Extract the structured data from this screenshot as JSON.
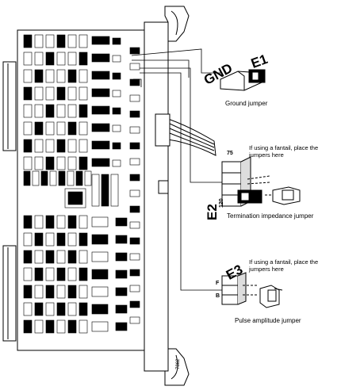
{
  "labels": {
    "gnd": "GND",
    "e1": "E1",
    "ground_caption": "Ground jumper",
    "e2": "E2",
    "e2_120": "120",
    "e2_75": "75",
    "termination_caption": "Termination impedance jumper",
    "fantail_note_1": "If using a fantail, place the jumpers here",
    "e3": "E3",
    "e3_f": "F",
    "e3_b": "B",
    "fantail_note_2": "If using a fantail, place the jumpers here",
    "pulse_caption": "Pulse amplitude jumper",
    "figure_code": "7862"
  },
  "colors": {
    "ink": "#000000",
    "paper": "#ffffff",
    "shade": "#9a9a9a"
  }
}
